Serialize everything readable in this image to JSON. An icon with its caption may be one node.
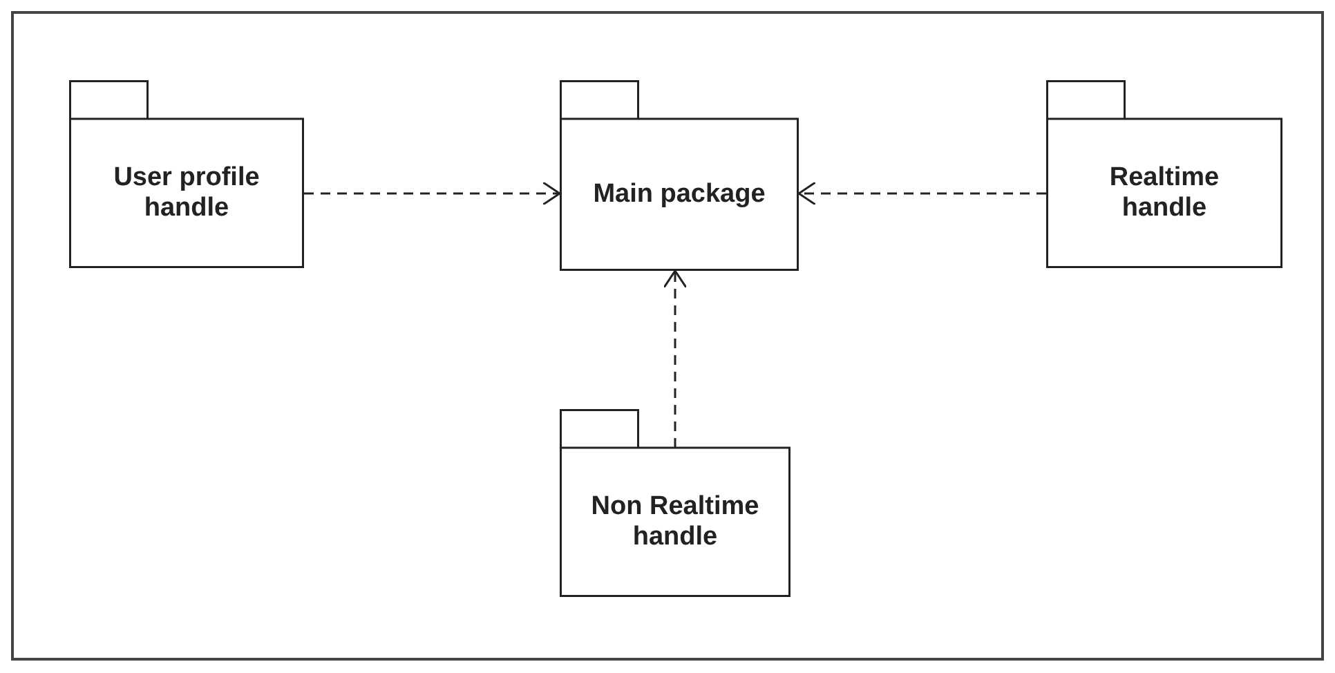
{
  "diagram": {
    "nodes": [
      {
        "text": [
          "User profile handle"
        ]
      },
      {
        "text": [
          "Main package"
        ]
      },
      {
        "text": [
          "Realtime handle"
        ]
      },
      {
        "text": [
          "Non Realtime handle"
        ]
      }
    ],
    "edges": [
      {
        "from": 0,
        "to": 1,
        "arrow": "to",
        "style": "dashed"
      },
      {
        "from": 2,
        "to": 1,
        "arrow": "to",
        "style": "dashed"
      },
      {
        "from": 3,
        "to": 1,
        "arrow": "to",
        "style": "dashed"
      }
    ]
  }
}
